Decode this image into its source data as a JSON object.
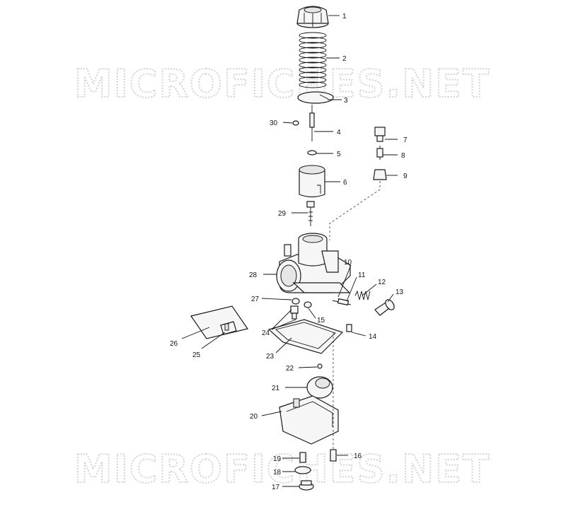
{
  "watermark": "MICROFICHES.NET",
  "callouts": [
    "1",
    "2",
    "3",
    "4",
    "5",
    "6",
    "7",
    "8",
    "9",
    "10",
    "11",
    "12",
    "13",
    "14",
    "15",
    "16",
    "17",
    "18",
    "19",
    "20",
    "21",
    "22",
    "23",
    "24",
    "25",
    "26",
    "27",
    "28",
    "29",
    "30"
  ]
}
